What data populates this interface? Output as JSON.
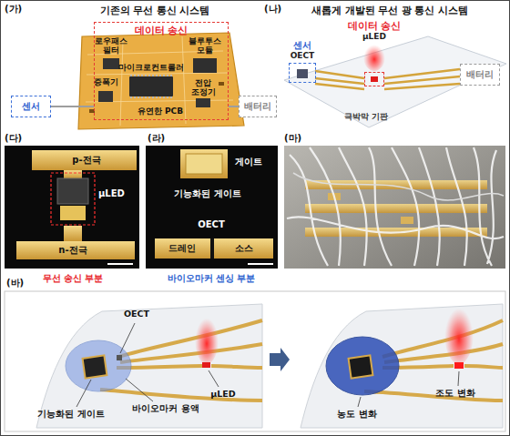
{
  "diagram": {
    "nodes": [
      {
        "text": [
          "센서"
        ]
      },
      {
        "text": [
          "데이터 송신"
        ]
      },
      {
        "text": [
          "배터리"
        ]
      },
      {
        "text": [
          "센서",
          "OECT"
        ]
      },
      {
        "text": [
          "데이터 송신",
          "μLED"
        ]
      },
      {
        "text": [
          "배터리"
        ]
      }
    ],
    "edges": [
      {
        "from": 0,
        "to": 1,
        "arrow": "none"
      },
      {
        "from": 1,
        "to": 2,
        "arrow": "none"
      }
    ],
    "labels": [
      "(가)",
      "기존의 무선 통신 시스템",
      "로우패스 필터",
      "증폭기",
      "마이크로컨트롤러",
      "블루투스 모듈",
      "전압 조정기",
      "유연한 PCB",
      "(나)",
      "새롭게 개발된 무선 광 통신 시스템",
      "극박막 기판",
      "(다)",
      "p-전극",
      "μLED",
      "n-전극",
      "무선 송신 부분",
      "(라)",
      "게이트",
      "기능화된 게이트",
      "OECT",
      "드레인",
      "소스",
      "바이오마커 센싱 부분",
      "(마)",
      "(바)",
      "OECT",
      "μLED",
      "기능화된 게이트",
      "바이오마커 용액",
      "농도 변화",
      "조도 변화"
    ]
  }
}
